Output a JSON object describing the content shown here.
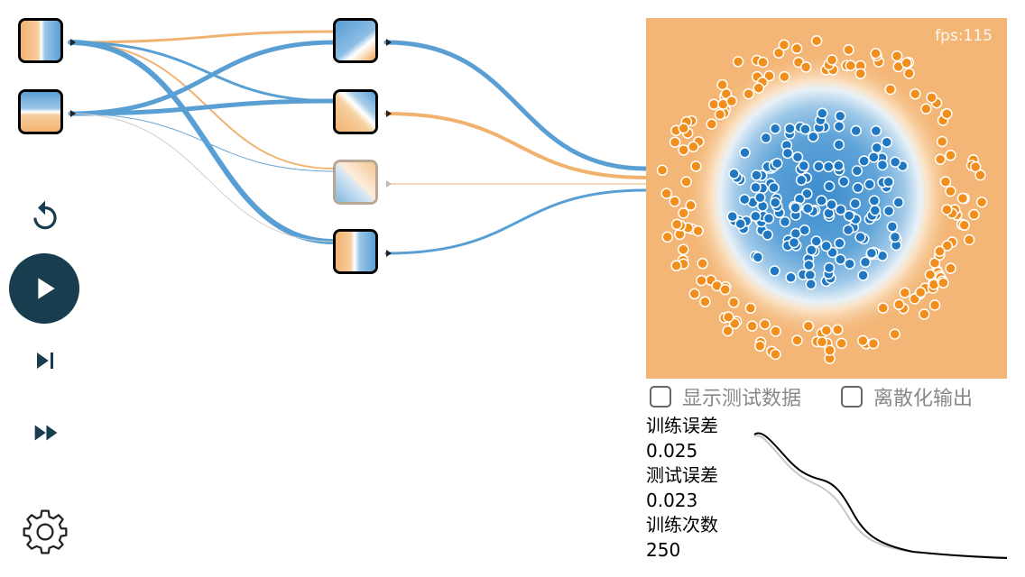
{
  "network": {
    "input_nodes": [
      {
        "name": "input-x1-node"
      },
      {
        "name": "input-x2-node"
      }
    ],
    "hidden_nodes": [
      {
        "name": "hidden-node-1"
      },
      {
        "name": "hidden-node-2"
      },
      {
        "name": "hidden-node-3"
      },
      {
        "name": "hidden-node-4"
      }
    ]
  },
  "controls": {
    "reset_icon": "reset-icon",
    "play_icon": "play-icon",
    "step_icon": "step-forward-icon",
    "fast_forward_icon": "fast-forward-icon",
    "settings_icon": "gear-icon"
  },
  "output": {
    "fps_label": "fps:115"
  },
  "options": {
    "show_test_data_label": "显示测试数据",
    "discretize_output_label": "离散化输出",
    "show_test_data_checked": false,
    "discretize_output_checked": false
  },
  "stats": {
    "training_loss_label": "训练误差",
    "training_loss_value": "0.025",
    "test_loss_label": "测试误差",
    "test_loss_value": "0.023",
    "epoch_label": "训练次数",
    "epoch_value": "250"
  },
  "colors": {
    "positive": "#5a9fd4",
    "negative": "#f2b26f",
    "point_blue": "#1f78c1",
    "point_orange": "#f28e1c",
    "play_background": "#183d4e"
  }
}
